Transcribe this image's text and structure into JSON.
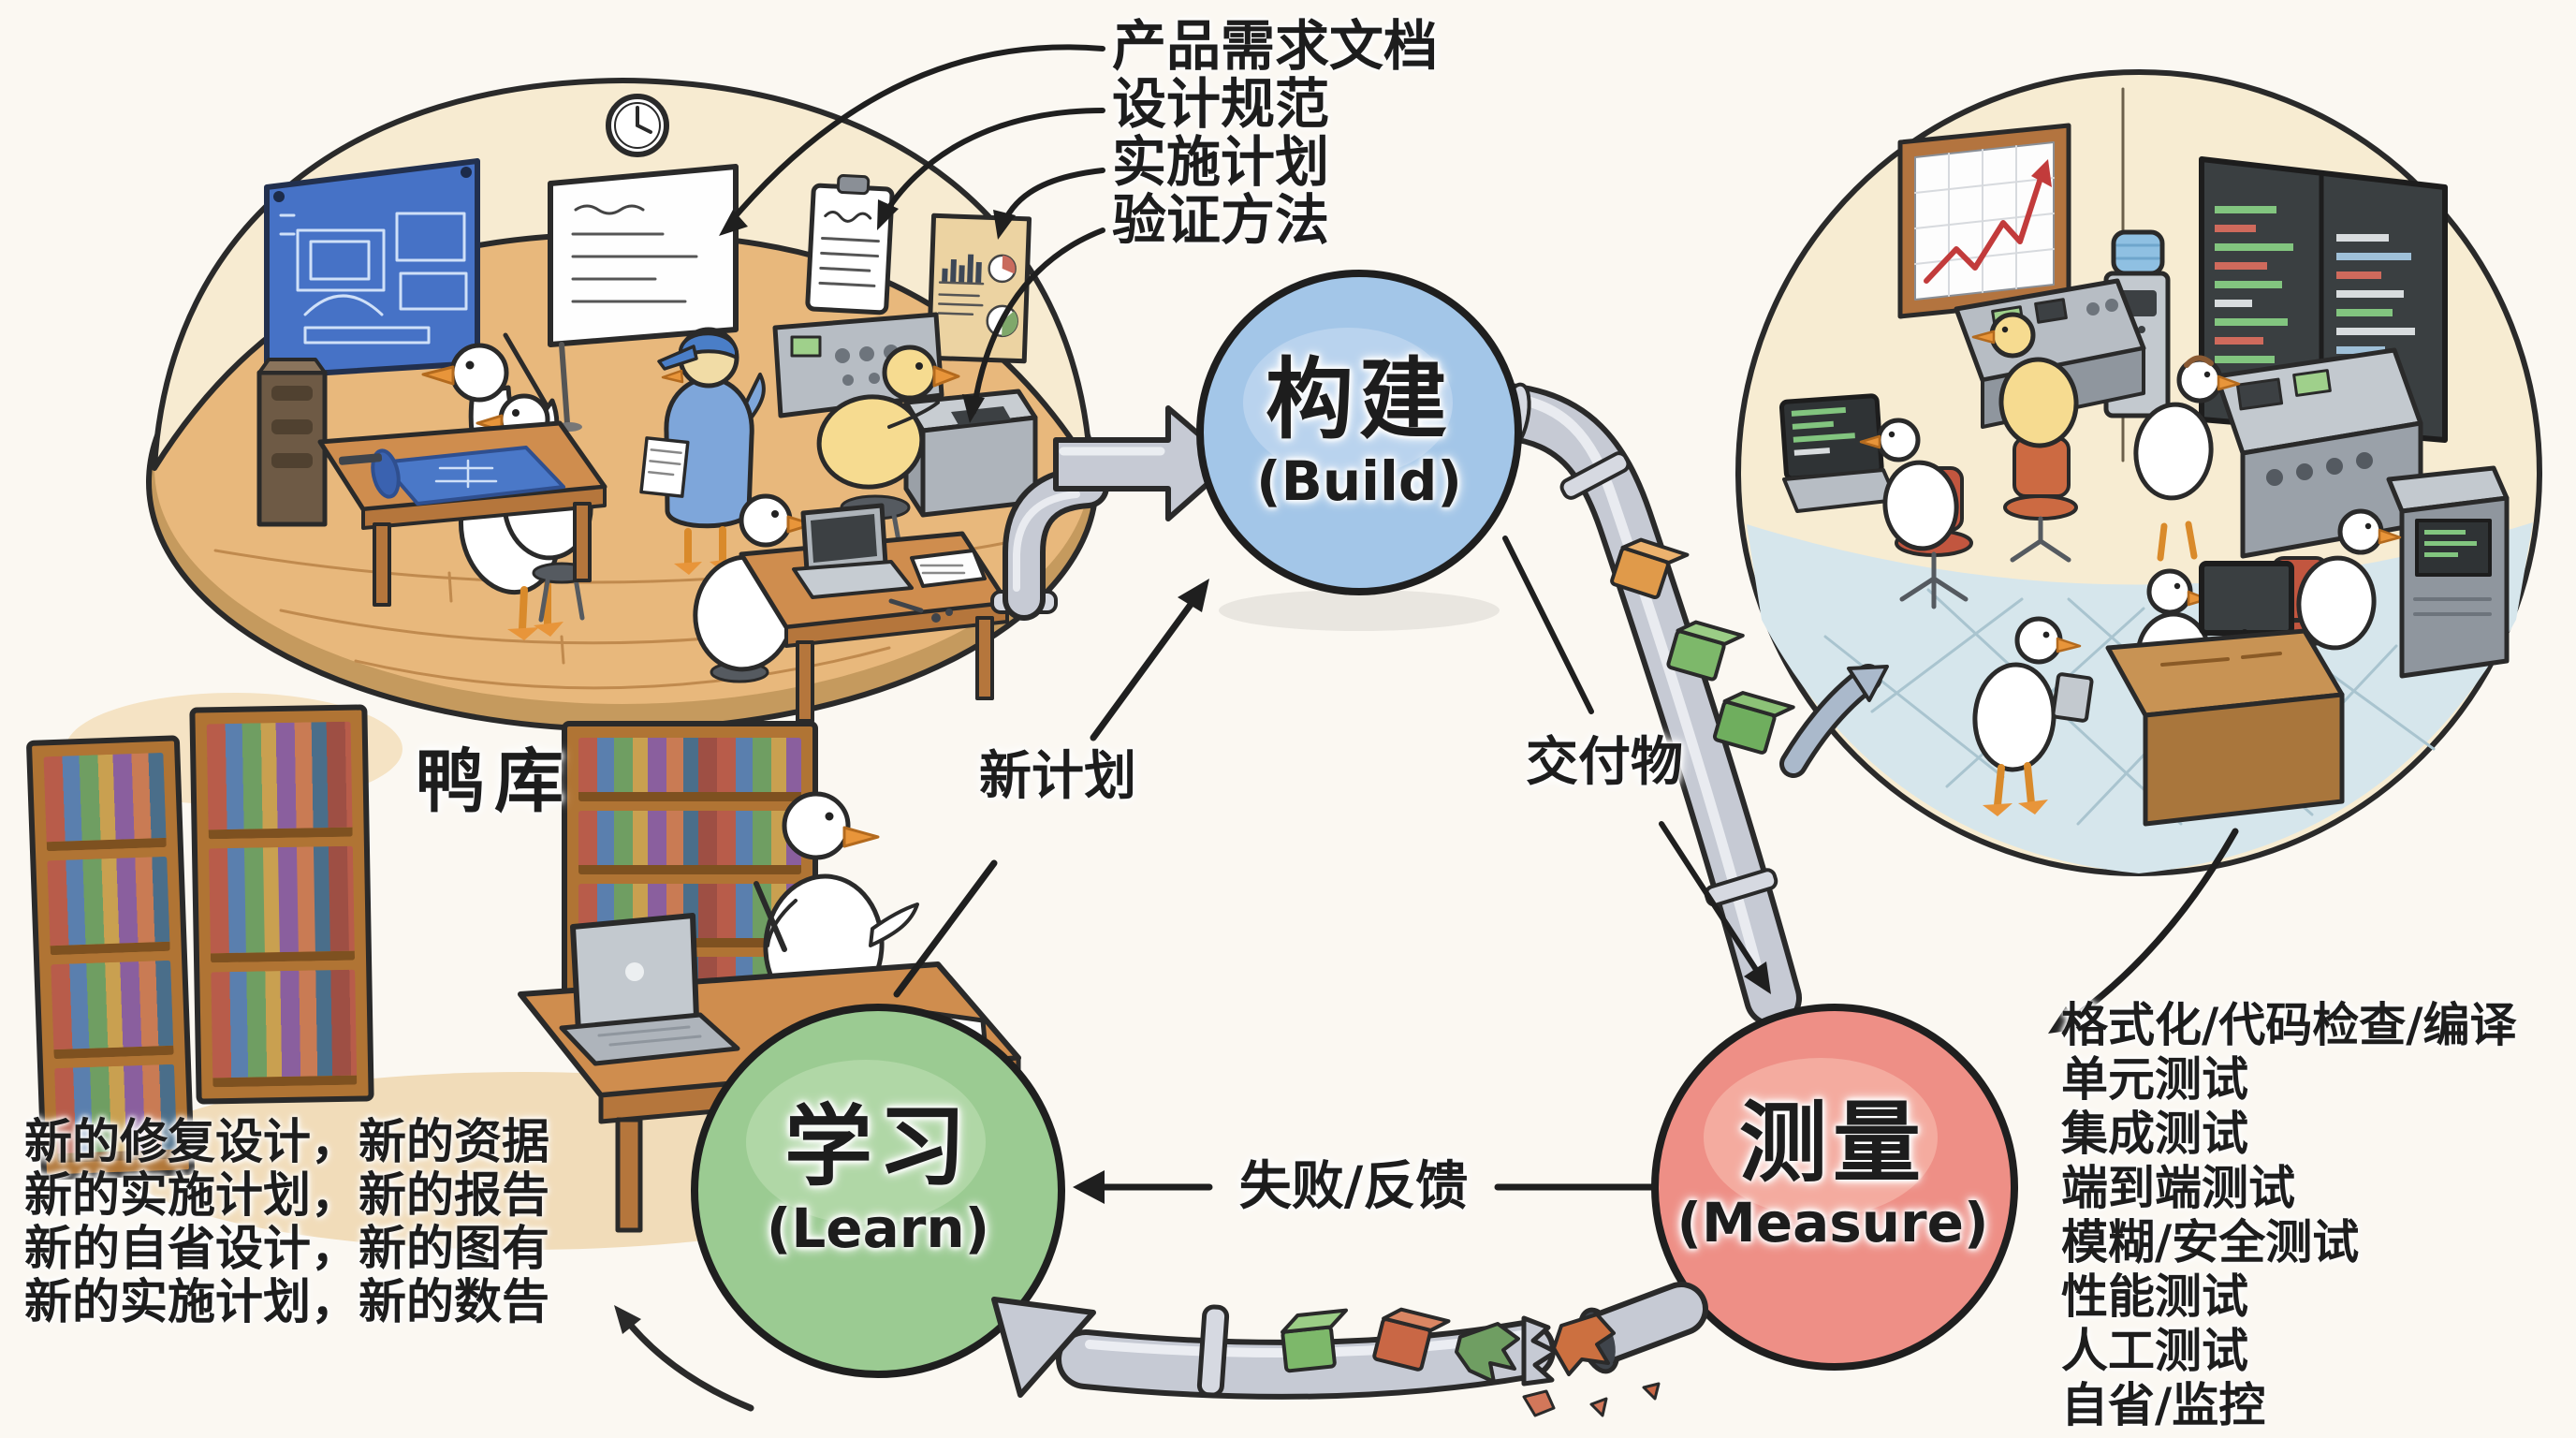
{
  "title_annotations": [
    "产品需求文档",
    "设计规范",
    "实施计划",
    "验证方法"
  ],
  "nodes": {
    "build": {
      "zh": "构建",
      "en": "(Build)",
      "color": "#a3c6e8"
    },
    "measure": {
      "zh": "测量",
      "en": "(Measure)",
      "color": "#ee8f86"
    },
    "learn": {
      "zh": "学习",
      "en": "(Learn)",
      "color": "#9bcb92"
    }
  },
  "edge_labels": {
    "new_plan": "新计划",
    "deliverables": "交付物",
    "fail_feedback": "失败/反馈"
  },
  "library": {
    "label": "鸭库"
  },
  "measure_checklist": [
    "格式化/代码检查/编译",
    "单元测试",
    "集成测试",
    "端到端测试",
    "模糊/安全测试",
    "性能测试",
    "人工测试",
    "自省/监控"
  ],
  "learn_outputs": [
    "新的修复设计，新的资据",
    "新的实施计划，新的报告",
    "新的自省设计，新的图有",
    "新的实施计划，新的数告"
  ],
  "colors": {
    "ink": "#1f1f1f",
    "pipe": "#c6cad4",
    "background": "#fbf8f2"
  }
}
